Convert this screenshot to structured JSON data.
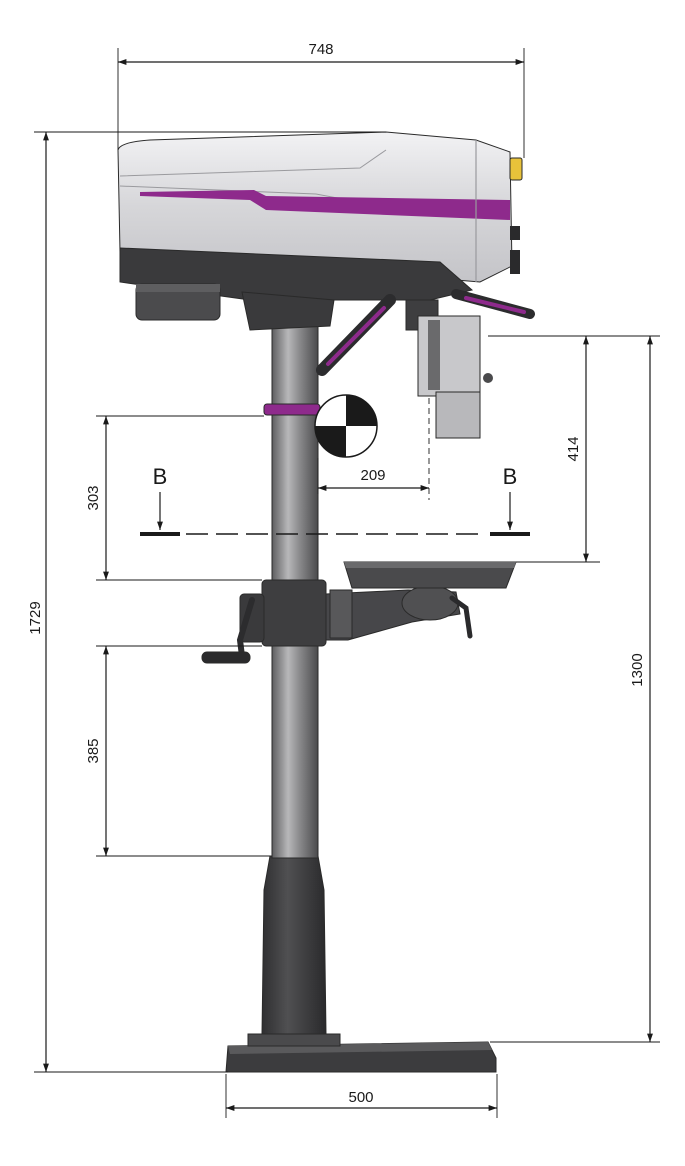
{
  "drawing": {
    "dimensions": {
      "overall_width": "748",
      "overall_height": "1729",
      "column_to_spindle": "209",
      "table_vertical_travel": "303",
      "table_lower_range": "385",
      "spindle_to_table": "414",
      "spindle_to_base": "1300",
      "base_width": "500"
    },
    "section_labels": {
      "left": "B",
      "right": "B"
    },
    "colors": {
      "accent": "#8e2a8c",
      "housing": "#d9d9dc",
      "dark_body": "#3a3a3c",
      "column": "#8c8c8c",
      "yellow_button": "#e8c23a"
    }
  }
}
